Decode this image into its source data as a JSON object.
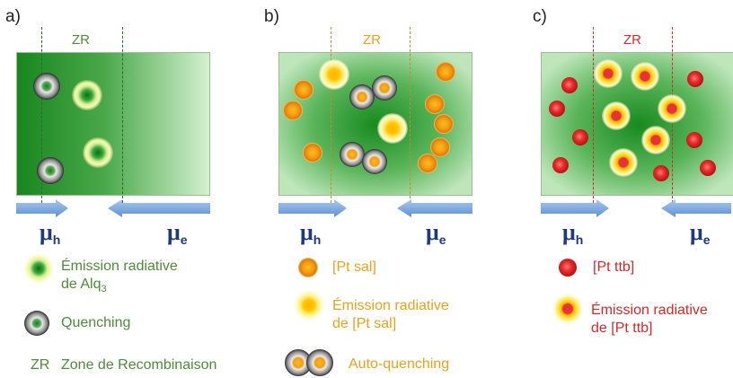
{
  "panels": [
    {
      "label": "a)",
      "zr": "ZR",
      "mu_h": "μ",
      "mu_h_sub": "h",
      "mu_e": "μ",
      "mu_e_sub": "e"
    },
    {
      "label": "b)",
      "zr": "ZR",
      "mu_h": "μ",
      "mu_h_sub": "h",
      "mu_e": "μ",
      "mu_e_sub": "e"
    },
    {
      "label": "c)",
      "zr": "ZR",
      "mu_h": "μ",
      "mu_h_sub": "h",
      "mu_e": "μ",
      "mu_e_sub": "e"
    }
  ],
  "legend_a": {
    "emission_line1": "Émission radiative",
    "emission_line2": "de Alq",
    "emission_sub": "3",
    "quenching": "Quenching",
    "zr_abbr": "ZR",
    "zr_full": "Zone de Recombinaison"
  },
  "legend_b": {
    "pt_sal": "[Pt sal]",
    "emission_line1": "Émission radiative",
    "emission_line2": "de [Pt sal]",
    "auto_quenching": "Auto-quenching"
  },
  "legend_c": {
    "pt_ttb": "[Pt ttb]",
    "emission_line1": "Émission radiative",
    "emission_line2": "de [Pt ttb]"
  },
  "colors": {
    "green_text": "#4f8a3a",
    "orange_text": "#e8a21c",
    "red_text": "#d42a2a",
    "arrow_blue": "#6fa0d8",
    "mu_blue": "#1f3a7a"
  }
}
